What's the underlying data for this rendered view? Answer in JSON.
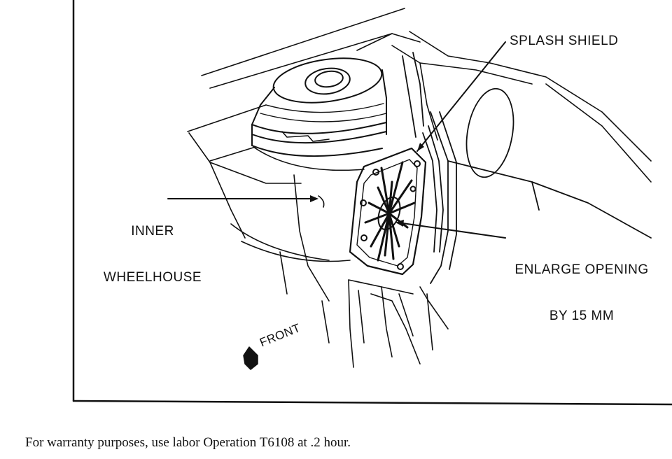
{
  "labels": {
    "splash_shield": "SPLASH SHIELD",
    "inner_wheelhouse_line1": "INNER",
    "inner_wheelhouse_line2": "WHEELHOUSE",
    "enlarge_opening_line1": "ENLARGE OPENING",
    "enlarge_opening_line2": "BY 15 MM",
    "front": "FRONT"
  },
  "note": "For warranty purposes, use labor Operation T6108 at .2 hour.",
  "colors": {
    "ink": "#111111",
    "paper": "#ffffff"
  },
  "icons": {
    "front_arrow": "front-arrow-icon"
  }
}
